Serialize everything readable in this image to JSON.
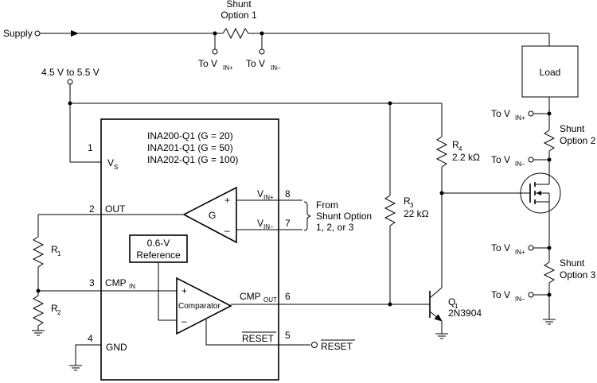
{
  "supply": {
    "label": "Supply"
  },
  "shunt1": {
    "line1": "Shunt",
    "line2": "Option 1"
  },
  "shunt2": {
    "line1": "Shunt",
    "line2": "Option 2"
  },
  "shunt3": {
    "line1": "Shunt",
    "line2": "Option 3"
  },
  "to_vin": {
    "prefix": "To V",
    "sub_plus": "IN+",
    "sub_minus": "IN–"
  },
  "vrange": {
    "label": "4.5 V to 5.5 V"
  },
  "load": {
    "label": "Load"
  },
  "ic": {
    "part1": "INA200-Q1 (G = 20)",
    "part2": "INA201-Q1 (G = 50)",
    "part3": "INA202-Q1 (G = 100)"
  },
  "pins": {
    "p1": "1",
    "vs": "V",
    "vs_sub": "S",
    "p2": "2",
    "out": "OUT",
    "p3": "3",
    "cmp_in": "CMP",
    "cmp_in_sub": "IN",
    "p4": "4",
    "gnd": "GND",
    "p5": "5",
    "reset": "RESET",
    "p6": "6",
    "cmp_out": "CMP",
    "cmp_out_sub": "OUT",
    "p7": "7",
    "vin_minus": "V",
    "vin_minus_sub": "IN–",
    "p8": "8",
    "vin_plus": "V",
    "vin_plus_sub": "IN+"
  },
  "amp": {
    "label": "G",
    "plus": "+",
    "minus": "–"
  },
  "comparator": {
    "label": "Comparator",
    "plus": "+",
    "minus": "–"
  },
  "reference": {
    "line1": "0.6-V",
    "line2": "Reference"
  },
  "from_shunt": {
    "line1": "From",
    "line2": "Shunt Option",
    "line3": "1, 2, or 3"
  },
  "r1": {
    "name": "R",
    "sub": "1"
  },
  "r2": {
    "name": "R",
    "sub": "2"
  },
  "r3": {
    "name": "R",
    "sub": "3",
    "value": "22 kΩ"
  },
  "r4": {
    "name": "R",
    "sub": "4",
    "value": "2.2 kΩ"
  },
  "q1": {
    "name": "Q",
    "sub": "1",
    "part": "2N3904"
  },
  "reset_out": {
    "label": "RESET"
  }
}
